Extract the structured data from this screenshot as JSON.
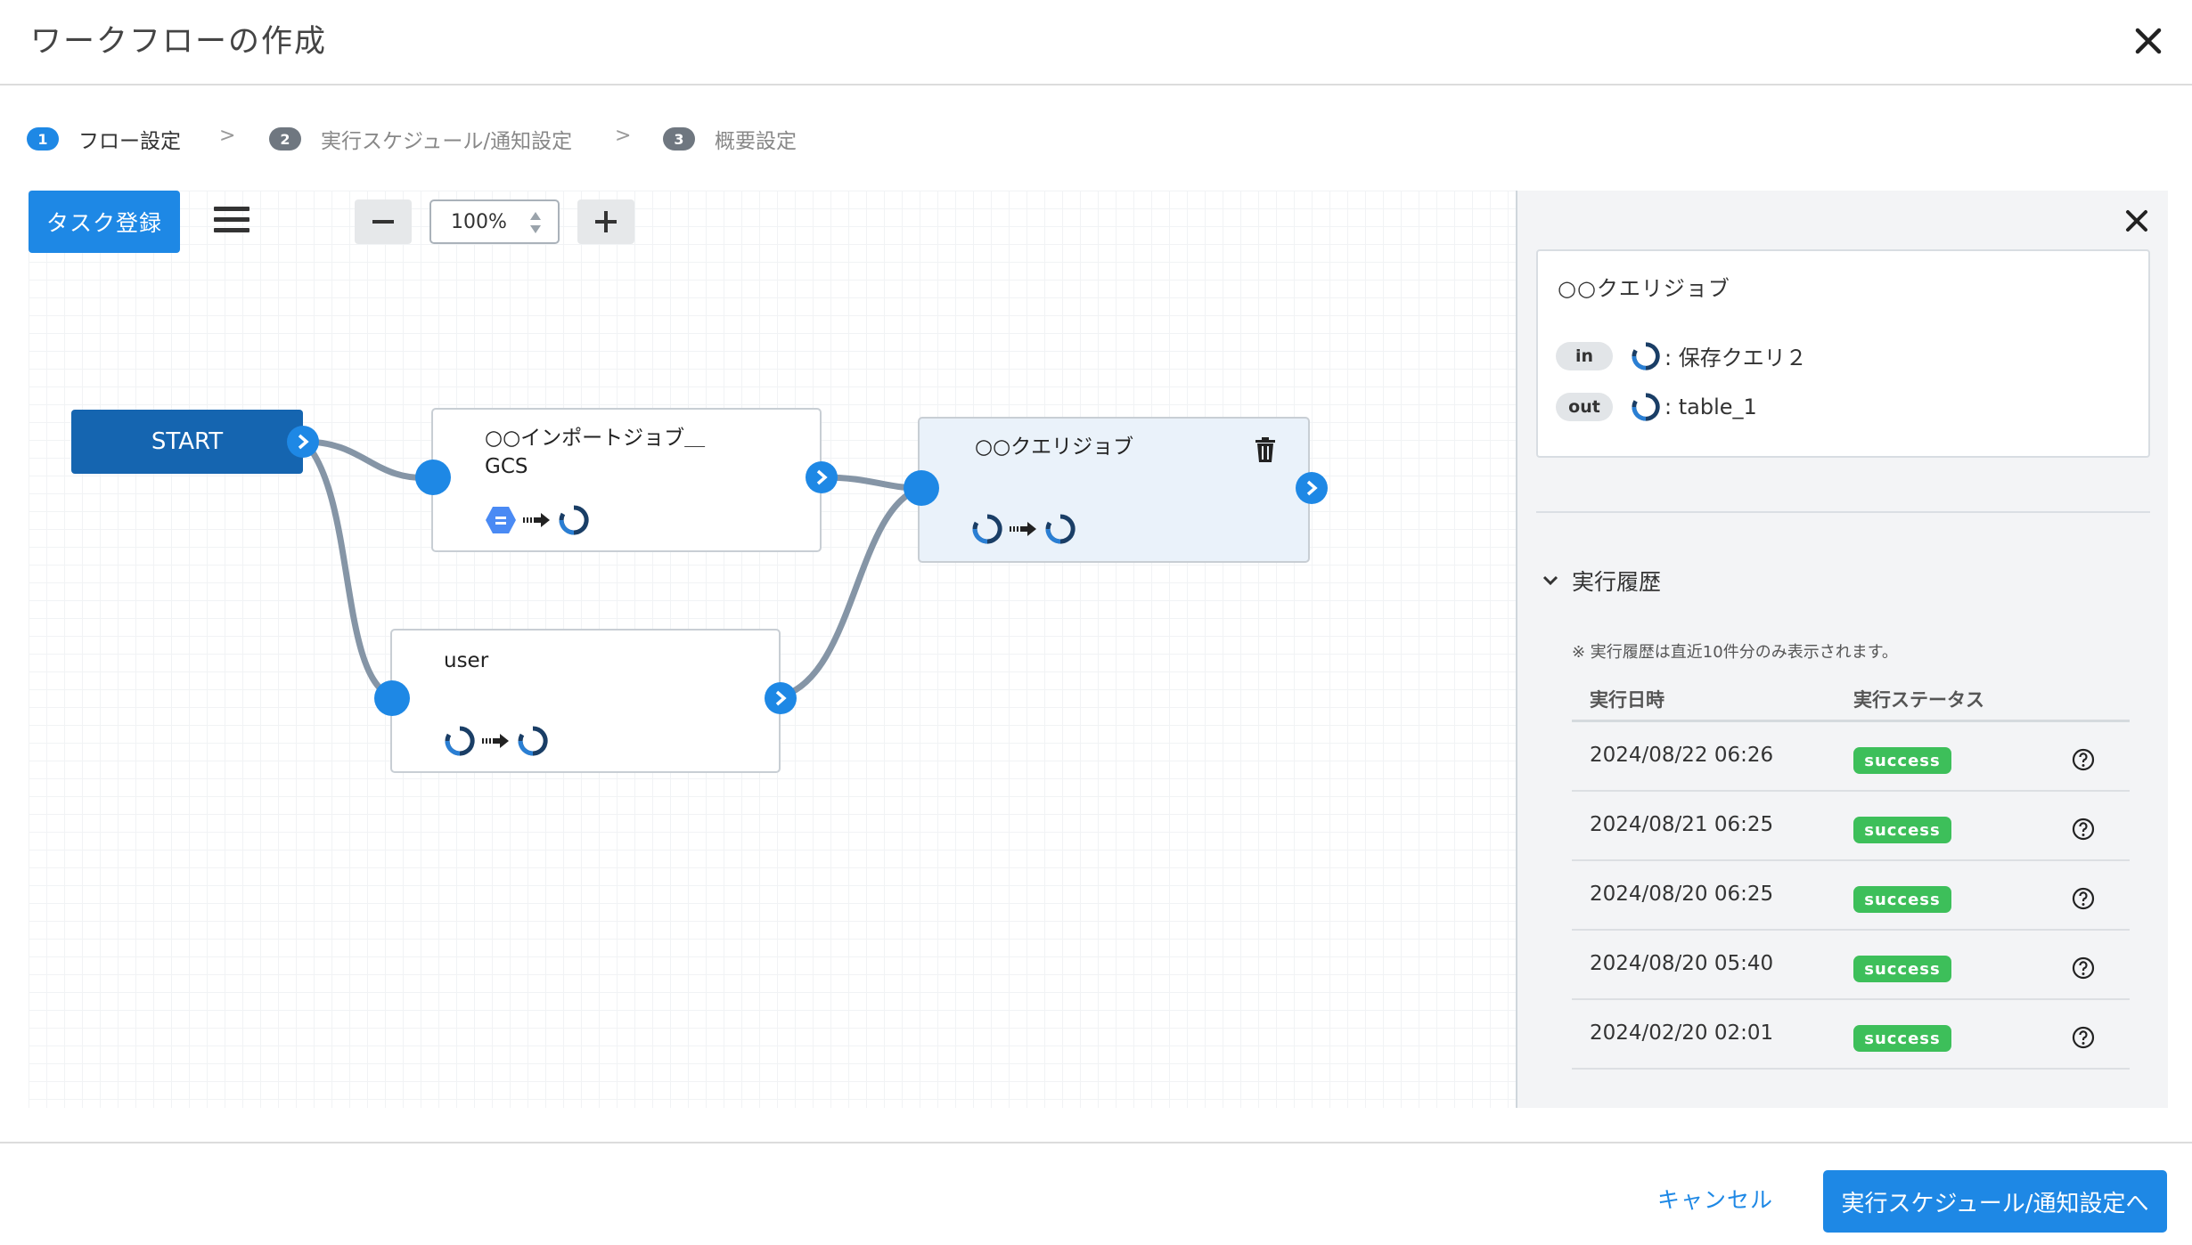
{
  "header": {
    "title": "ワークフローの作成",
    "close_icon": "close-icon"
  },
  "steps": [
    {
      "num": "1",
      "label": "フロー設定",
      "active": true
    },
    {
      "num": "2",
      "label": "実行スケジュール/通知設定",
      "active": false
    },
    {
      "num": "3",
      "label": "概要設定",
      "active": false
    }
  ],
  "step_separator": ">",
  "toolbar": {
    "task_register": "タスク登録",
    "menu_icon": "hamburger-menu-icon",
    "zoom_out_icon": "minus-icon",
    "zoom_value": "100%",
    "zoom_in_icon": "plus-icon"
  },
  "nodes": {
    "start": {
      "label": "START"
    },
    "import_job": {
      "title_line1": "○○インポートジョブ＿",
      "title_line2": "GCS"
    },
    "query_job": {
      "title": "○○クエリジョブ",
      "delete_icon": "trash-icon"
    },
    "user": {
      "title": "user"
    }
  },
  "panel": {
    "title": "○○クエリジョブ",
    "in_label": "in",
    "in_value": ": 保存クエリ２",
    "out_label": "out",
    "out_value": ": table_1",
    "history_title": "実行履歴",
    "history_note": "※ 実行履歴は直近10件分のみ表示されます。",
    "col_date": "実行日時",
    "col_status": "実行ステータス",
    "rows": [
      {
        "date": "2024/08/22 06:26",
        "status": "success"
      },
      {
        "date": "2024/08/21 06:25",
        "status": "success"
      },
      {
        "date": "2024/08/20 06:25",
        "status": "success"
      },
      {
        "date": "2024/08/20 05:40",
        "status": "success"
      },
      {
        "date": "2024/02/20 02:01",
        "status": "success"
      }
    ]
  },
  "footer": {
    "cancel": "キャンセル",
    "next": "実行スケジュール/通知設定へ"
  },
  "colors": {
    "accent": "#1e88e5",
    "start": "#1565b0",
    "success": "#3dbf5a",
    "connector": "#8595a6",
    "selected_node": "#eaf2fa"
  }
}
